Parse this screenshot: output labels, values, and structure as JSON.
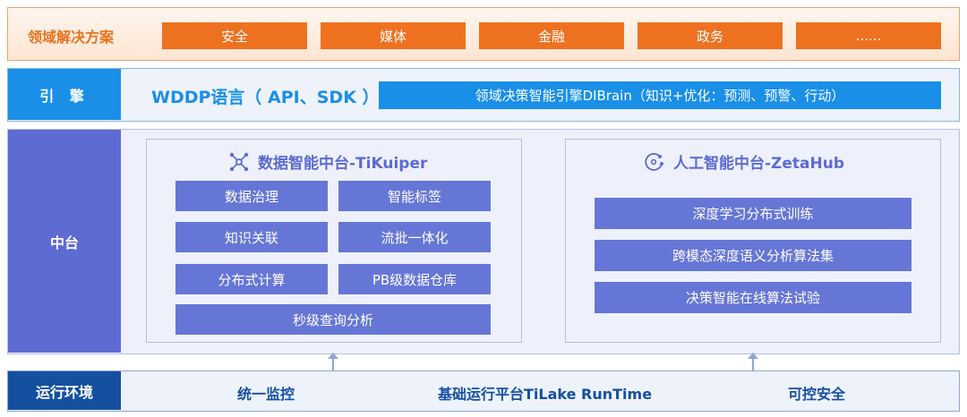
{
  "solutions": {
    "title": "领域解决方案",
    "items": [
      "安全",
      "媒体",
      "金融",
      "政务",
      "......"
    ],
    "colors": {
      "accent": "#ee7120",
      "title": "#e8721d"
    }
  },
  "engine": {
    "label": "引 擎",
    "language": "WDDP语言（ API、SDK ）",
    "dibrain": "领域决策智能引擎DIBrain（知识+优化：预测、预警、行动）",
    "colors": {
      "accent": "#1a8fe8"
    }
  },
  "middle": {
    "label": "中台",
    "colors": {
      "accent": "#5d6bd2",
      "cell": "#6676d6"
    },
    "tikuiper": {
      "icon": "network-nodes-icon",
      "title": "数据智能中台-TiKuiper",
      "cells": [
        "数据治理",
        "智能标签",
        "知识关联",
        "流批一体化",
        "分布式计算",
        "PB级数据仓库"
      ],
      "wide_cell": "秒级查询分析"
    },
    "zetahub": {
      "icon": "ai-orbit-icon",
      "title": "人工智能中台-ZetaHub",
      "cells": [
        "深度学习分布式训练",
        "跨模态深度语义分析算法集",
        "决策智能在线算法试验"
      ]
    }
  },
  "runtime": {
    "label": "运行环境",
    "monitor": "统一监控",
    "platform": "基础运行平台TiLake RunTime",
    "security": "可控安全",
    "colors": {
      "accent": "#1550a0"
    }
  }
}
